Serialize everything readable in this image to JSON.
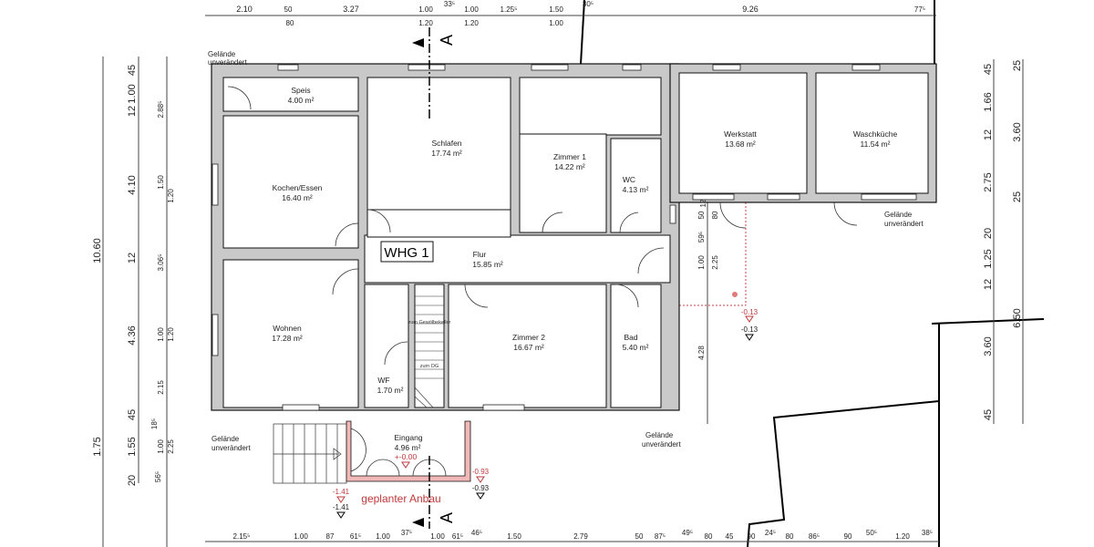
{
  "rooms": {
    "speis": {
      "name": "Speis",
      "area": "4.00 m²"
    },
    "kochen": {
      "name": "Kochen/Essen",
      "area": "16.40 m²"
    },
    "schlafen": {
      "name": "Schlafen",
      "area": "17.74 m²"
    },
    "zimmer1": {
      "name": "Zimmer 1",
      "area": "14.22 m²"
    },
    "wc": {
      "name": "WC",
      "area": "4.13 m²"
    },
    "werkstatt": {
      "name": "Werkstatt",
      "area": "13.68 m²"
    },
    "waschkueche": {
      "name": "Waschküche",
      "area": "11.54 m²"
    },
    "flur": {
      "name": "Flur",
      "area": "15.85 m²"
    },
    "wohnen": {
      "name": "Wohnen",
      "area": "17.28 m²"
    },
    "zimmer2": {
      "name": "Zimmer 2",
      "area": "16.67 m²"
    },
    "bad": {
      "name": "Bad",
      "area": "5.40 m²"
    },
    "wf": {
      "name": "WF",
      "area": "1.70 m²"
    },
    "eingang": {
      "name": "Eingang",
      "area": "4.96 m²",
      "level": "+-0.00"
    }
  },
  "unit_label": "WHG 1",
  "stair": {
    "down": "zum Gewölbekeller",
    "up": "zum OG"
  },
  "terrain_note": [
    "Gelände",
    "unverändert"
  ],
  "annex_label": "geplanter Anbau",
  "section_marker": "A",
  "levels": {
    "left_planned": "-1.41",
    "left_existing": "-1.41",
    "right_planned": "-0.93",
    "right_existing": "-0.93",
    "yard_planned": "-0.13",
    "yard_existing": "-0.13"
  },
  "dimensions": {
    "top": [
      "2.10",
      "50",
      "80",
      "3.27",
      "1.00",
      "1.20",
      "33⁵",
      "1.00",
      "1.20",
      "1.25⁵",
      "1.50",
      "1.00",
      "30⁵",
      "9.26",
      "77⁵"
    ],
    "bottom": [
      "2.15⁵",
      "1.00",
      "87",
      "61⁵",
      "1.00",
      "37⁵",
      "1.00",
      "61⁵",
      "46⁵",
      "1.50",
      "2.79",
      "50",
      "87⁵",
      "49⁵",
      "80",
      "45",
      "90",
      "24⁵",
      "80",
      "86⁵",
      "90",
      "50⁵",
      "1.20",
      "38⁵"
    ],
    "left_outer": [
      "10.60",
      "1.75"
    ],
    "left_middle": [
      "45",
      "1.00",
      "12",
      "4.10",
      "12",
      "4.36",
      "45",
      "1.55",
      "20"
    ],
    "left_inner": [
      "2.88⁵",
      "1.50",
      "1.20",
      "3.06⁵",
      "1.00",
      "1.20",
      "2.15",
      "18⁵",
      "1.00",
      "2.25",
      "56⁵"
    ],
    "right_inner": [
      "45",
      "1.66",
      "12",
      "2.75",
      "20",
      "1.25",
      "12",
      "3.60",
      "45"
    ],
    "right_outer": [
      "25",
      "3.60",
      "25",
      "6.50"
    ],
    "yard": [
      "12",
      "50",
      "80",
      "59⁵",
      "1.00",
      "2.25",
      "4.28"
    ]
  },
  "colors": {
    "wall": "#c9c9c9",
    "annex": "#f2b8b8",
    "annex_text": "#c0393b"
  }
}
